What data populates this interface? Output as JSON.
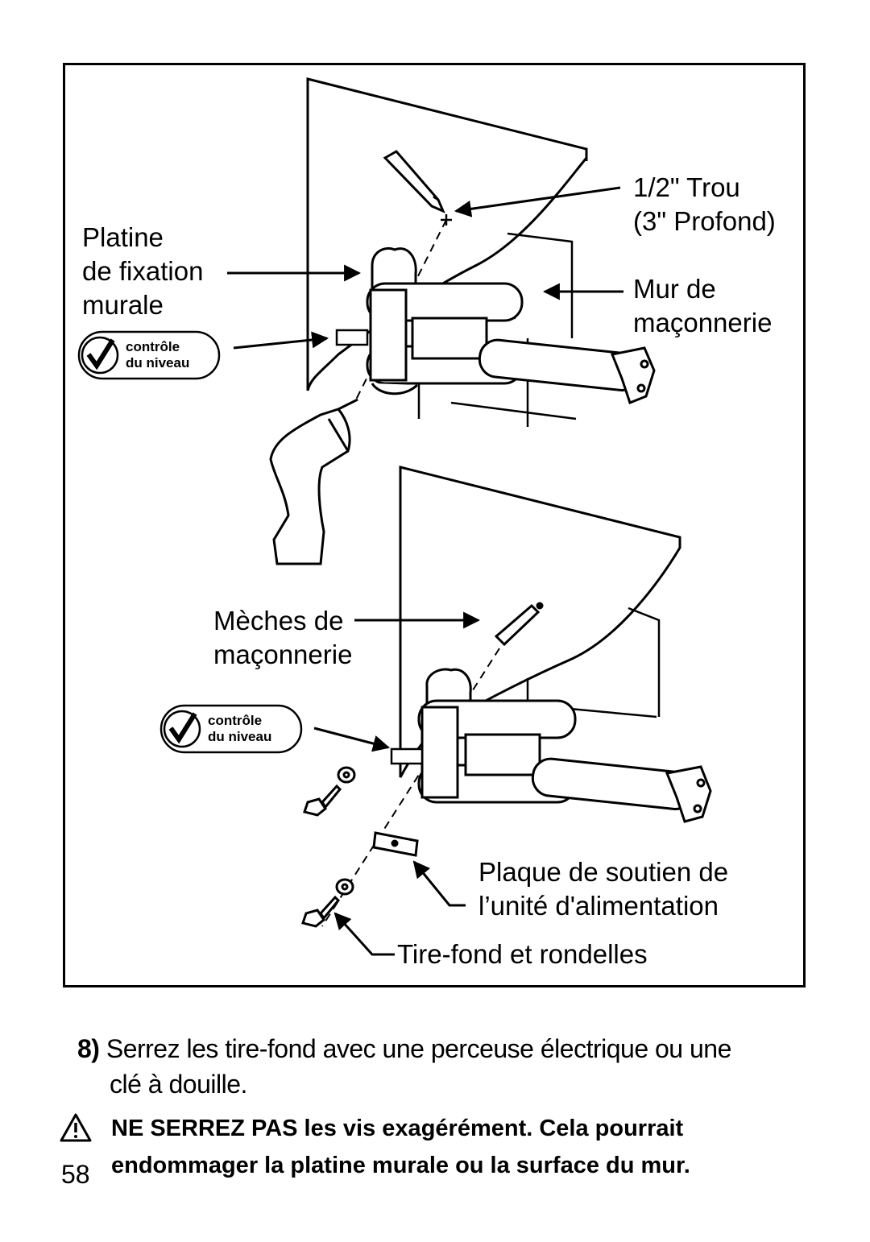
{
  "figure": {
    "labels": {
      "hole_size": "1/2\" Trou",
      "hole_depth": "(3\" Profond)",
      "wall_plate_1": "Platine",
      "wall_plate_2": "de fixation",
      "wall_plate_3": "murale",
      "masonry_wall_1": "Mur de",
      "masonry_wall_2": "maçonnerie",
      "drill_bits_1": "Mèches de",
      "drill_bits_2": "maçonnerie",
      "support_plate_1": "Plaque de soutien de",
      "support_plate_2": "l’unité d'alimentation",
      "lag_bolts": "Tire-fond et rondelles"
    },
    "level_badges": [
      {
        "line1": "contrôle",
        "line2": "du niveau"
      },
      {
        "line1": "contrôle",
        "line2": "du niveau"
      }
    ]
  },
  "instructions": {
    "step_number": "8)",
    "step_text_1": "Serrez les tire-fond avec une perceuse électrique ou une",
    "step_text_2": "clé à douille.",
    "warning_line_1": "NE SERREZ PAS les vis exagérément. Cela pourrait",
    "warning_line_2": "endommager la platine murale ou la surface du mur."
  },
  "page_number": "58",
  "icons": [
    "checkmark-icon",
    "warning-triangle-icon",
    "arrow-icon"
  ]
}
